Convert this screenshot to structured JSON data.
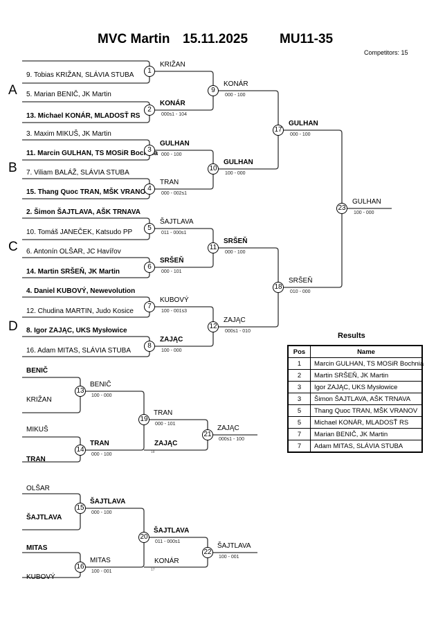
{
  "header": {
    "event": "MVC Martin",
    "date": "15.11.2025",
    "category": "MU11-35",
    "competitors_label": "Competitors: 15"
  },
  "pools": [
    "A",
    "B",
    "C",
    "D"
  ],
  "entries": [
    {
      "label": "",
      "bold": false
    },
    {
      "label": "9. Tobias KRIŽAN, SLÁVIA STUBA",
      "bold": false
    },
    {
      "label": "5. Marian BENIČ, JK Martin",
      "bold": false
    },
    {
      "label": "13. Michael KONÁR, MLADOSŤ RS",
      "bold": true
    },
    {
      "label": "3. Maxim MIKUŠ, JK Martin",
      "bold": false
    },
    {
      "label": "11. Marcin GULHAN, TS MOSiR Bochnia",
      "bold": true
    },
    {
      "label": "7. Viliam BALÁŽ, SLÁVIA STUBA",
      "bold": false
    },
    {
      "label": "15. Thang Quoc TRAN, MŠK VRANOV",
      "bold": true
    },
    {
      "label": "2. Šimon ŠAJTLAVA, AŠK TRNAVA",
      "bold": true
    },
    {
      "label": "10. Tomáš JANEČEK, Katsudo PP",
      "bold": false
    },
    {
      "label": "6. Antonín OLŠAR, JC Havířov",
      "bold": false
    },
    {
      "label": "14. Martin SRŠEŇ, JK Martin",
      "bold": true
    },
    {
      "label": "4. Daniel KUBOVÝ, Newevolution",
      "bold": true
    },
    {
      "label": "12. Chudina MARTIN, Judo Kosice",
      "bold": false
    },
    {
      "label": "8. Igor ZAJĄC, UKS Mysłowice",
      "bold": true
    },
    {
      "label": "16. Adam MITAS, SLÁVIA STUBA",
      "bold": false
    }
  ],
  "matches": [
    {
      "id": "1",
      "winner": "KRIŽAN",
      "bold": false,
      "score": ""
    },
    {
      "id": "2",
      "winner": "KONÁR",
      "bold": true,
      "score": "000s1 - 104"
    },
    {
      "id": "3",
      "winner": "GULHAN",
      "bold": true,
      "score": "000 - 100"
    },
    {
      "id": "4",
      "winner": "TRAN",
      "bold": false,
      "score": "000 - 002s1"
    },
    {
      "id": "5",
      "winner": "ŠAJTLAVA",
      "bold": false,
      "score": "011 - 000s1"
    },
    {
      "id": "6",
      "winner": "SRŠEŇ",
      "bold": true,
      "score": "000 - 101"
    },
    {
      "id": "7",
      "winner": "KUBOVÝ",
      "bold": false,
      "score": "100 - 001s3"
    },
    {
      "id": "8",
      "winner": "ZAJĄC",
      "bold": true,
      "score": "100 - 000"
    },
    {
      "id": "9",
      "winner": "KONÁR",
      "bold": false,
      "score": "000 - 100"
    },
    {
      "id": "10",
      "winner": "GULHAN",
      "bold": true,
      "score": "100 - 000"
    },
    {
      "id": "11",
      "winner": "SRŠEŇ",
      "bold": true,
      "score": "000 - 100"
    },
    {
      "id": "12",
      "winner": "ZAJĄC",
      "bold": false,
      "score": "000s1 - 010"
    },
    {
      "id": "17",
      "winner": "GULHAN",
      "bold": true,
      "score": "000 - 100"
    },
    {
      "id": "18",
      "winner": "SRŠEŇ",
      "bold": false,
      "score": "010 - 000"
    },
    {
      "id": "23",
      "winner": "GULHAN",
      "bold": false,
      "score": "100 - 000"
    }
  ],
  "repechage": {
    "entries": [
      {
        "label": "BENIČ",
        "bold": true
      },
      {
        "label": "KRIŽAN",
        "bold": false
      },
      {
        "label": "MIKUŠ",
        "bold": false
      },
      {
        "label": "TRAN",
        "bold": true
      },
      {
        "label": "OLŠAR",
        "bold": false
      },
      {
        "label": "ŠAJTLAVA",
        "bold": true
      },
      {
        "label": "MITAS",
        "bold": true
      },
      {
        "label": "KUBOVÝ",
        "bold": false
      }
    ],
    "matches": [
      {
        "id": "13",
        "winner": "BENIČ",
        "bold": false,
        "score": "100 - 000"
      },
      {
        "id": "14",
        "winner": "TRAN",
        "bold": true,
        "score": "000 - 100"
      },
      {
        "id": "19",
        "winner": "TRAN",
        "bold": false,
        "score": "000 - 101"
      },
      {
        "id": "21",
        "winner": "ZAJĄC",
        "bold": false,
        "score": "000s1 - 100"
      },
      {
        "id": "15",
        "winner": "ŠAJTLAVA",
        "bold": true,
        "score": "000 - 100"
      },
      {
        "id": "16",
        "winner": "MITAS",
        "bold": false,
        "score": "100 - 001"
      },
      {
        "id": "20",
        "winner": "ŠAJTLAVA",
        "bold": true,
        "score": "011 - 000s1"
      },
      {
        "id": "22",
        "winner": "ŠAJTLAVA",
        "bold": false,
        "score": "100 - 001"
      }
    ],
    "incoming": [
      {
        "label": "ZAJĄC",
        "bold": true,
        "from": "18"
      },
      {
        "label": "KONÁR",
        "bold": false,
        "from": "17"
      }
    ]
  },
  "results": {
    "title": "Results",
    "columns": [
      "Pos",
      "Name"
    ],
    "rows": [
      {
        "pos": "1",
        "name": "Marcin GULHAN, TS MOSiR Bochnia"
      },
      {
        "pos": "2",
        "name": "Martin SRŠEŇ, JK Martin"
      },
      {
        "pos": "3",
        "name": "Igor ZAJĄC, UKS Mysłowice"
      },
      {
        "pos": "3",
        "name": "Šimon ŠAJTLAVA, AŠK TRNAVA"
      },
      {
        "pos": "5",
        "name": "Thang Quoc TRAN, MŠK VRANOV"
      },
      {
        "pos": "5",
        "name": "Michael KONÁR, MLADOSŤ RS"
      },
      {
        "pos": "7",
        "name": "Marian BENIČ, JK Martin"
      },
      {
        "pos": "7",
        "name": "Adam MITAS, SLÁVIA STUBA"
      }
    ]
  }
}
